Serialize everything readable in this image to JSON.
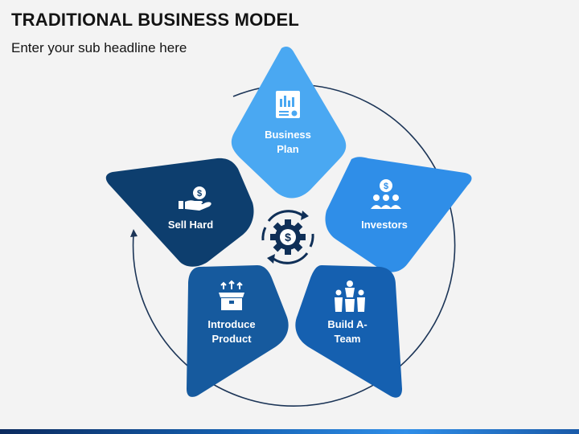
{
  "title": "TRADITIONAL BUSINESS MODEL",
  "subtitle": "Enter your sub headline here",
  "segments": [
    {
      "line1": "Business",
      "line2": "Plan",
      "color": "#4aa8f2",
      "icon": "document-chart-icon"
    },
    {
      "line1": "Investors",
      "line2": "",
      "color": "#2f8ee8",
      "icon": "investors-icon"
    },
    {
      "line1": "Build A-",
      "line2": "Team",
      "color": "#1560b0",
      "icon": "team-icon"
    },
    {
      "line1": "Introduce",
      "line2": "Product",
      "color": "#165a9e",
      "icon": "product-box-icon"
    },
    {
      "line1": "Sell Hard",
      "line2": "",
      "color": "#0d3e6e",
      "icon": "hand-dollar-icon"
    }
  ],
  "center_icon": "gear-dollar-icon",
  "colors": {
    "center_icon": "#0f2f57",
    "cycle_line": "#1c3557"
  }
}
